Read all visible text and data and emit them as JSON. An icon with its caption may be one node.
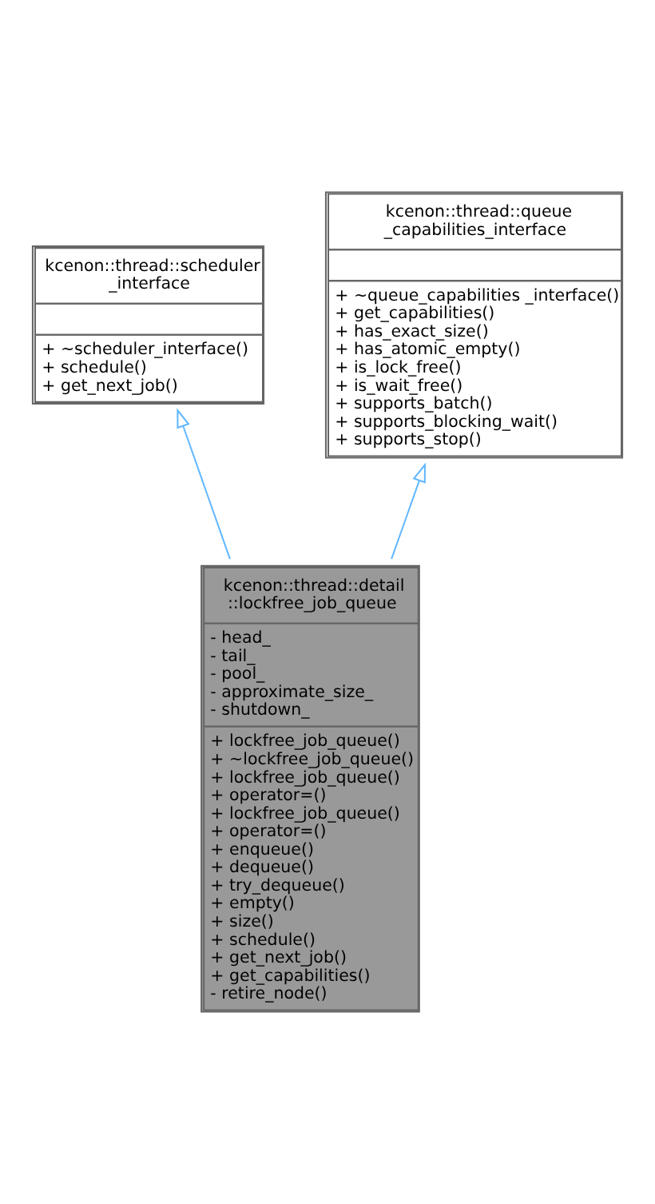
{
  "diagram": {
    "nodes": [
      {
        "text": [
          "kcenon::thread::scheduler _interface",
          "+ ~scheduler_interface()",
          "+ schedule()",
          "+ get_next_job()"
        ]
      },
      {
        "text": [
          "kcenon::thread::queue _capabilities_interface",
          "+ ~queue_capabilities _interface()",
          "+ get_capabilities()",
          "+ has_exact_size()",
          "+ has_atomic_empty()",
          "+ is_lock_free()",
          "+ is_wait_free()",
          "+ supports_batch()",
          "+ supports_blocking_wait()",
          "+ supports_stop()"
        ]
      },
      {
        "text": [
          "kcenon::thread::detail ::lockfree_job_queue",
          "- head_",
          "- tail_",
          "- pool_",
          "- approximate_size_",
          "- shutdown_",
          "+ lockfree_job_queue()",
          "+ ~lockfree_job_queue()",
          "+ lockfree_job_queue()",
          "+ operator=()",
          "+ lockfree_job_queue()",
          "+ operator=()",
          "+ enqueue()",
          "+ dequeue()",
          "+ try_dequeue()",
          "+ empty()",
          "+ size()",
          "+ schedule()",
          "+ get_next_job()",
          "+ get_capabilities()",
          "- retire_node()"
        ]
      }
    ],
    "edges": [
      {
        "from": 2,
        "to": 0,
        "arrow": "to",
        "color": "#63b8ff"
      },
      {
        "from": 2,
        "to": 1,
        "arrow": "to",
        "color": "#63b8ff"
      }
    ]
  }
}
